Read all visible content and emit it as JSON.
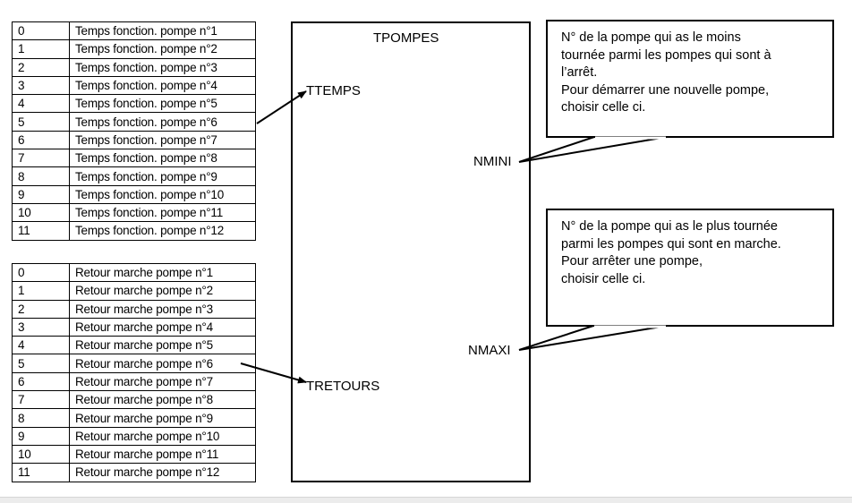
{
  "table_temps": {
    "rows": [
      {
        "index": "0",
        "label": "Temps fonction. pompe n°1"
      },
      {
        "index": "1",
        "label": "Temps fonction. pompe n°2"
      },
      {
        "index": "2",
        "label": "Temps fonction. pompe n°3"
      },
      {
        "index": "3",
        "label": "Temps fonction. pompe n°4"
      },
      {
        "index": "4",
        "label": "Temps fonction. pompe n°5"
      },
      {
        "index": "5",
        "label": "Temps fonction. pompe n°6"
      },
      {
        "index": "6",
        "label": "Temps fonction. pompe n°7"
      },
      {
        "index": "7",
        "label": "Temps fonction. pompe n°8"
      },
      {
        "index": "8",
        "label": "Temps fonction. pompe n°9"
      },
      {
        "index": "9",
        "label": "Temps fonction. pompe n°10"
      },
      {
        "index": "10",
        "label": "Temps fonction. pompe n°11"
      },
      {
        "index": "11",
        "label": "Temps fonction. pompe n°12"
      }
    ]
  },
  "table_retours": {
    "rows": [
      {
        "index": "0",
        "label": "Retour marche pompe n°1"
      },
      {
        "index": "1",
        "label": "Retour marche pompe n°2"
      },
      {
        "index": "2",
        "label": "Retour marche pompe n°3"
      },
      {
        "index": "3",
        "label": "Retour marche pompe n°4"
      },
      {
        "index": "4",
        "label": "Retour marche pompe n°5"
      },
      {
        "index": "5",
        "label": "Retour marche pompe n°6"
      },
      {
        "index": "6",
        "label": "Retour marche pompe n°7"
      },
      {
        "index": "7",
        "label": "Retour marche pompe n°8"
      },
      {
        "index": "8",
        "label": "Retour marche pompe n°9"
      },
      {
        "index": "9",
        "label": "Retour marche pompe n°10"
      },
      {
        "index": "10",
        "label": "Retour marche pompe n°11"
      },
      {
        "index": "11",
        "label": "Retour marche pompe n°12"
      }
    ]
  },
  "block": {
    "title": "TPOMPES",
    "input_ttemps": "TTEMPS",
    "input_tretours": "TRETOURS",
    "output_nmini": "NMINI",
    "output_nmaxi": "NMAXI"
  },
  "callout_nmini": {
    "lines": [
      "N° de la pompe qui as le moins",
      "tournée parmi les pompes qui sont à",
      "l’arrêt.",
      "Pour démarrer une nouvelle pompe,",
      "choisir celle ci."
    ]
  },
  "callout_nmaxi": {
    "lines": [
      "N° de la pompe qui as le plus tournée",
      "parmi les pompes qui sont en marche.",
      "Pour arrêter une pompe,",
      "choisir celle ci."
    ]
  }
}
